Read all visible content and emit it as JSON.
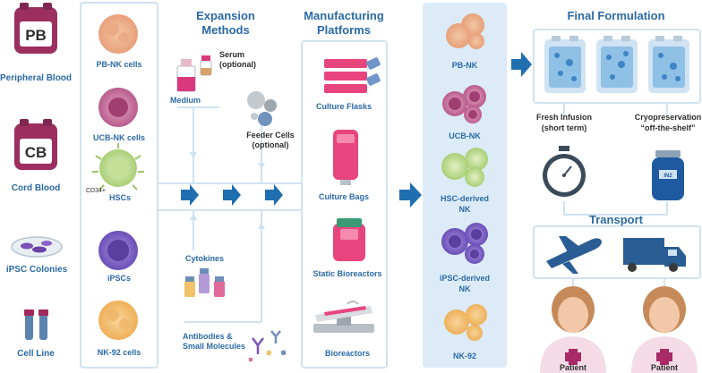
{
  "sources": {
    "pb": {
      "badge": "PB",
      "label": "Peripheral Blood"
    },
    "cb": {
      "badge": "CB",
      "label": "Cord Blood"
    },
    "ipsc": {
      "label": "iPSC Colonies"
    },
    "cell_line": {
      "label": "Cell Line"
    }
  },
  "cells": {
    "pb_nk": "PB-NK cells",
    "ucb_nk": "UCB-NK cells",
    "cd34": "CD34+",
    "hscs": "HSCs",
    "ipscs": "iPSCs",
    "nk92": "NK-92 cells"
  },
  "expansion": {
    "title_line1": "Expansion",
    "title_line2": "Methods",
    "serum_line1": "Serum",
    "serum_line2": "(optional)",
    "medium": "Medium",
    "feeder_line1": "Feeder Cells",
    "feeder_line2": "(optional)",
    "cytokines": "Cytokines",
    "antibodies_line1": "Antibodies &",
    "antibodies_line2": "Small Molecules"
  },
  "manufacturing": {
    "title_line1": "Manufacturing",
    "title_line2": "Platforms",
    "flasks": "Culture Flasks",
    "bags": "Culture Bags",
    "static": "Static Bioreactors",
    "bioreactors": "Bioreactors"
  },
  "products": {
    "pb_nk": "PB-NK",
    "ucb_nk": "UCB-NK",
    "hsc_line1": "HSC-derived",
    "hsc_line2": "NK",
    "ipsc_line1": "iPSC-derived",
    "ipsc_line2": "NK",
    "nk92": "NK-92"
  },
  "final": {
    "title": "Final Formulation",
    "fresh_line1": "Fresh Infusion",
    "fresh_line2": "(short term)",
    "cryo_line1": "Cryopreservation",
    "cryo_line2": "“off-the-shelf”",
    "transport": "Transport",
    "patient_left": "Patient",
    "patient_right": "Patient"
  },
  "colors": {
    "blue_text": "#2b6aa6",
    "arrow": "#1f6eb0",
    "panel_line": "#cfe3f3",
    "product_panel": "#dcebf7",
    "magenta": "#c0357a"
  }
}
